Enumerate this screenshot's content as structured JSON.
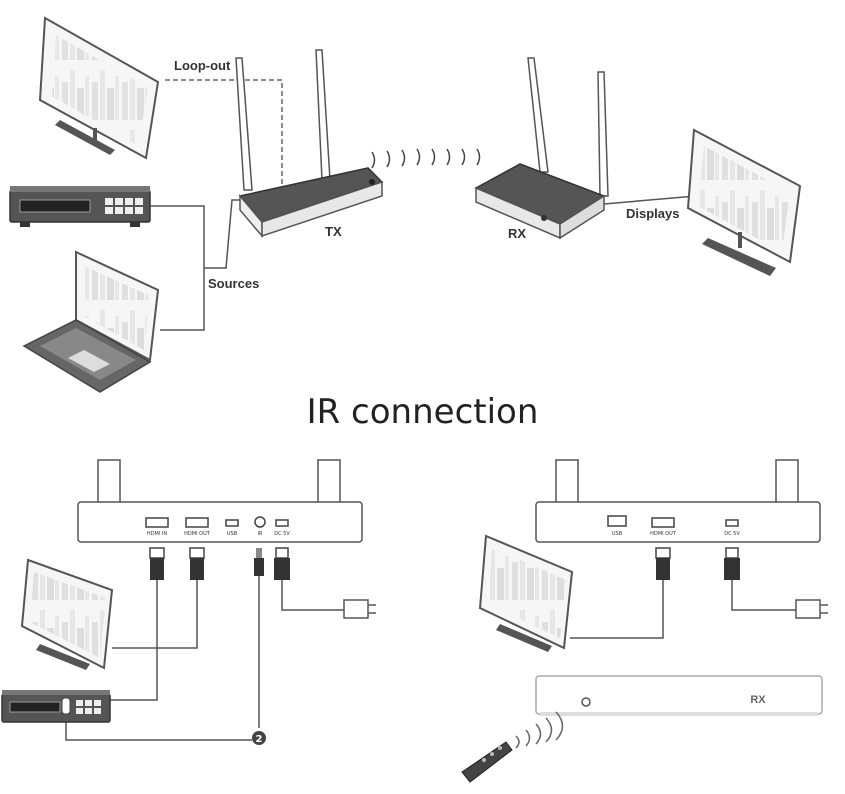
{
  "labels": {
    "loop_out": "Loop-out",
    "tx": "TX",
    "rx": "RX",
    "displays": "Displays",
    "sources": "Sources",
    "section_title": "IR connection",
    "rx_front": "RX",
    "ir_step": "2"
  },
  "tx_ports": [
    "HDMI IN",
    "HDMI OUT",
    "USB",
    "IR",
    "DC 5V"
  ],
  "rx_ports": [
    "USB",
    "HDMI OUT",
    "DC 5V"
  ],
  "colors": {
    "line": "#555555",
    "device_dark": "#555555",
    "device_light": "#e8e8e8",
    "screen_fill": "#f2f2f2"
  }
}
